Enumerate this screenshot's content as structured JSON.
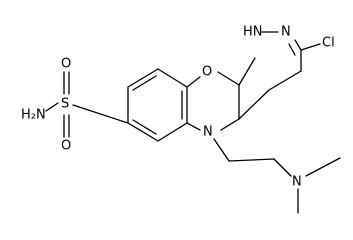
{
  "molecule": {
    "atom_labels": {
      "sulfonamide_nh2": "H₂N",
      "sulfonyl_s": "S",
      "sulfonyl_o_top": "O",
      "sulfonyl_o_bottom": "O",
      "ring_oxygen": "O",
      "hydrazine_nh": "HN",
      "ring_n_double": "N",
      "chloro": "Cl",
      "ring_n_amine": "N",
      "dimethylamino_n": "N"
    }
  }
}
